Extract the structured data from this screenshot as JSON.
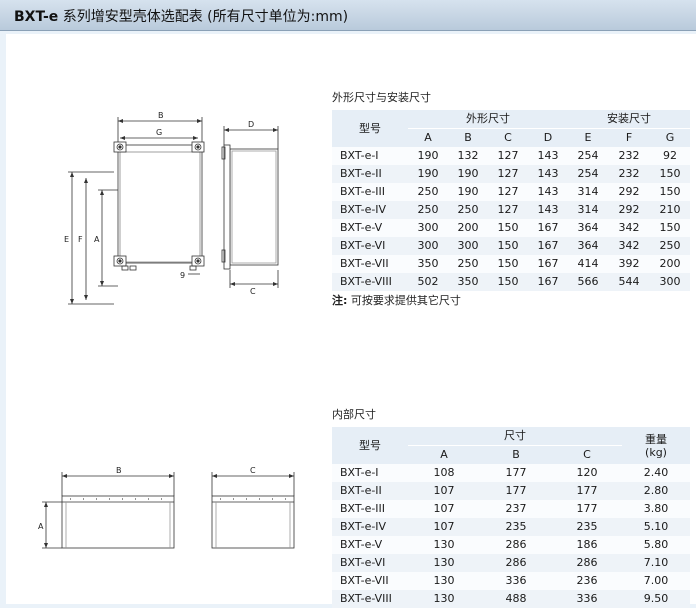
{
  "header": {
    "title_bold": "BXT-e",
    "title_rest": " 系列增安型壳体选配表 (所有尺寸单位为:mm)"
  },
  "section1": {
    "title": "外形尺寸与安装尺寸",
    "model_header": "型号",
    "group_outer": "外形尺寸",
    "group_install": "安装尺寸",
    "columns": [
      "A",
      "B",
      "C",
      "D",
      "E",
      "F",
      "G"
    ],
    "rows": [
      [
        "BXT-e-I",
        "190",
        "132",
        "127",
        "143",
        "254",
        "232",
        "92"
      ],
      [
        "BXT-e-II",
        "190",
        "190",
        "127",
        "143",
        "254",
        "232",
        "150"
      ],
      [
        "BXT-e-III",
        "250",
        "190",
        "127",
        "143",
        "314",
        "292",
        "150"
      ],
      [
        "BXT-e-IV",
        "250",
        "250",
        "127",
        "143",
        "314",
        "292",
        "210"
      ],
      [
        "BXT-e-V",
        "300",
        "200",
        "150",
        "167",
        "364",
        "342",
        "150"
      ],
      [
        "BXT-e-VI",
        "300",
        "300",
        "150",
        "167",
        "364",
        "342",
        "250"
      ],
      [
        "BXT-e-VII",
        "350",
        "250",
        "150",
        "167",
        "414",
        "392",
        "200"
      ],
      [
        "BXT-e-VIII",
        "502",
        "350",
        "150",
        "167",
        "566",
        "544",
        "300"
      ]
    ],
    "note_label": "注:",
    "note_text": " 可按要求提供其它尺寸"
  },
  "section2": {
    "title": "内部尺寸",
    "model_header": "型号",
    "group_dim": "尺寸",
    "weight_header": "重量",
    "weight_unit": "(kg)",
    "columns": [
      "A",
      "B",
      "C"
    ],
    "rows": [
      [
        "BXT-e-I",
        "108",
        "177",
        "120",
        "2.40"
      ],
      [
        "BXT-e-II",
        "107",
        "177",
        "177",
        "2.80"
      ],
      [
        "BXT-e-III",
        "107",
        "237",
        "177",
        "3.80"
      ],
      [
        "BXT-e-IV",
        "107",
        "235",
        "235",
        "5.10"
      ],
      [
        "BXT-e-V",
        "130",
        "286",
        "186",
        "5.80"
      ],
      [
        "BXT-e-VI",
        "130",
        "286",
        "286",
        "7.10"
      ],
      [
        "BXT-e-VII",
        "130",
        "336",
        "236",
        "7.00"
      ],
      [
        "BXT-e-VIII",
        "130",
        "488",
        "336",
        "9.50"
      ]
    ]
  },
  "drawing1": {
    "label_B": "B",
    "label_G": "G",
    "label_D": "D",
    "label_E": "E",
    "label_F": "F",
    "label_A": "A",
    "label_C": "C",
    "label_9": "9"
  },
  "drawing2": {
    "label_B": "B",
    "label_A": "A",
    "label_C": "C"
  }
}
